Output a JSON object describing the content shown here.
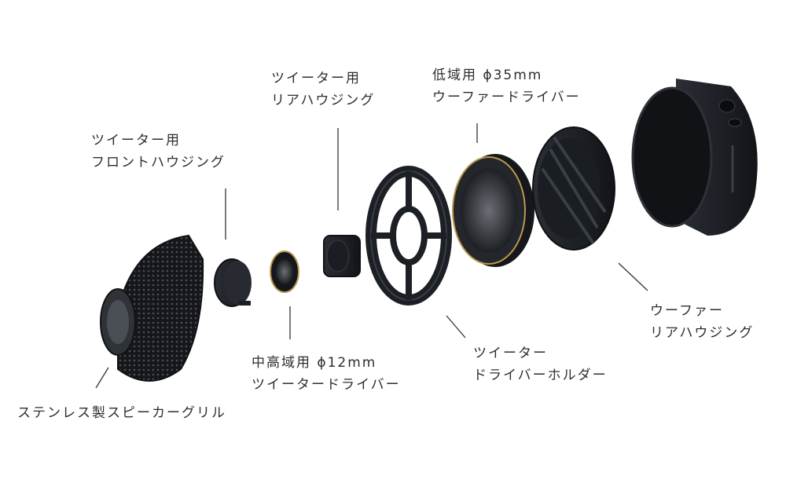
{
  "labels": {
    "grille": {
      "line1": "ステンレス製スピーカーグリル"
    },
    "tweeter_front_housing": {
      "line1": "ツイーター用",
      "line2": "フロントハウジング"
    },
    "tweeter_driver": {
      "line1": "中高域用 ϕ12mm",
      "line2": "ツイータードライバー"
    },
    "tweeter_rear_housing": {
      "line1": "ツイーター用",
      "line2": "リアハウジング"
    },
    "tweeter_driver_holder": {
      "line1": "ツイーター",
      "line2": "ドライバーホルダー"
    },
    "woofer_driver": {
      "line1": "低域用 ϕ35mm",
      "line2": "ウーファードライバー"
    },
    "woofer_rear_housing": {
      "line1": "ウーファー",
      "line2": "リアハウジング"
    }
  },
  "colors": {
    "part": "#1c1f24",
    "part_edge": "#3a3f46",
    "leader": "#333333",
    "gold": "#b9984f"
  }
}
